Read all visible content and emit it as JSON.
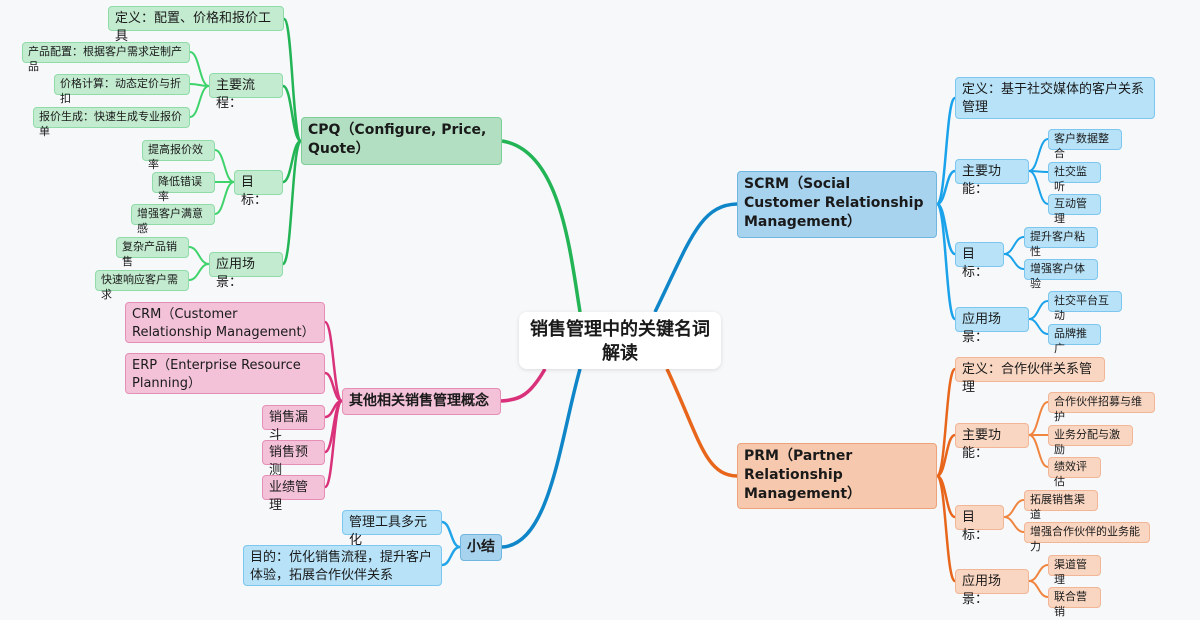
{
  "root": {
    "title": "销售管理中的关键名词解读"
  },
  "colors": {
    "cpq": "#22b455",
    "cpq_sub": "#3fd36b",
    "other": "#d9317a",
    "summary": "#0f86c8",
    "summary_sub": "#22a5e8",
    "scrm": "#0f86c8",
    "scrm_sub": "#1aa2ea",
    "prm": "#e8661c",
    "prm_sub": "#f0853f"
  },
  "cpq": {
    "title": "CPQ（Configure, Price, Quote）",
    "definition": "定义：配置、价格和报价工具",
    "process": {
      "label": "主要流程：",
      "items": [
        "产品配置：根据客户需求定制产品",
        "价格计算：动态定价与折扣",
        "报价生成：快速生成专业报价单"
      ]
    },
    "goals": {
      "label": "目标：",
      "items": [
        "提高报价效率",
        "降低错误率",
        "增强客户满意感"
      ]
    },
    "scenarios": {
      "label": "应用场景：",
      "items": [
        "复杂产品销售",
        "快速响应客户需求"
      ]
    }
  },
  "other": {
    "title": "其他相关销售管理概念",
    "items": [
      "CRM（Customer Relationship Management）",
      "ERP（Enterprise Resource Planning）",
      "销售漏斗",
      "销售预测",
      "业绩管理"
    ]
  },
  "summary": {
    "title": "小结",
    "items": [
      "管理工具多元化",
      "目的：优化销售流程，提升客户体验，拓展合作伙伴关系"
    ]
  },
  "scrm": {
    "title": "SCRM（Social Customer Relationship Management）",
    "definition": "定义：基于社交媒体的客户关系管理",
    "functions": {
      "label": "主要功能：",
      "items": [
        "客户数据整合",
        "社交监听",
        "互动管理"
      ]
    },
    "goals": {
      "label": "目标：",
      "items": [
        "提升客户粘性",
        "增强客户体验"
      ]
    },
    "scenarios": {
      "label": "应用场景：",
      "items": [
        "社交平台互动",
        "品牌推广"
      ]
    }
  },
  "prm": {
    "title": "PRM（Partner Relationship Management）",
    "definition": "定义：合作伙伴关系管理",
    "functions": {
      "label": "主要功能：",
      "items": [
        "合作伙伴招募与维护",
        "业务分配与激励",
        "绩效评估"
      ]
    },
    "goals": {
      "label": "目标：",
      "items": [
        "拓展销售渠道",
        "增强合作伙伴的业务能力"
      ]
    },
    "scenarios": {
      "label": "应用场景：",
      "items": [
        "渠道管理",
        "联合营销"
      ]
    }
  }
}
